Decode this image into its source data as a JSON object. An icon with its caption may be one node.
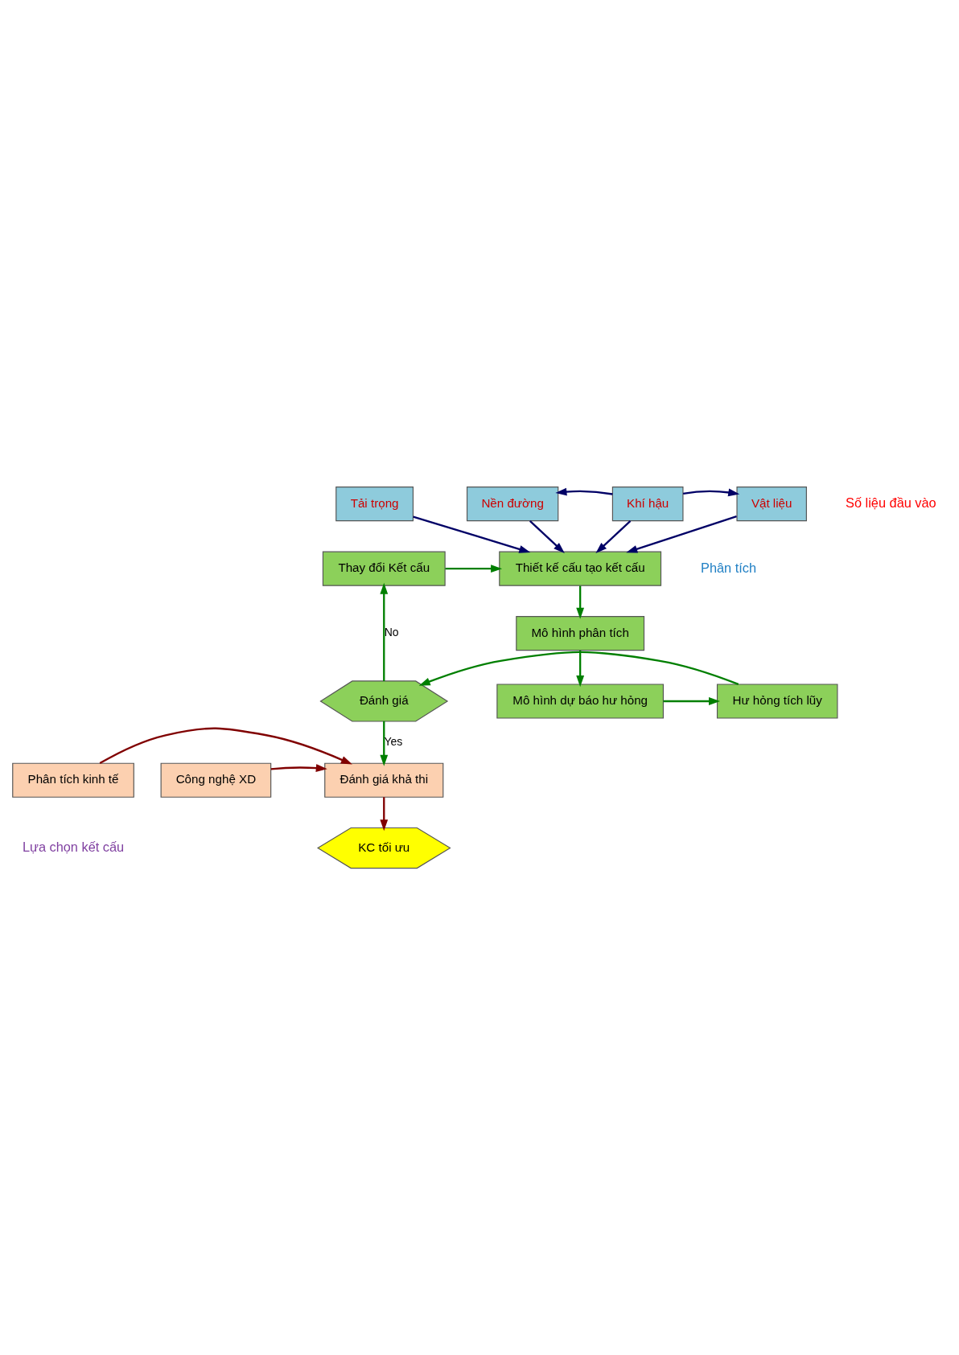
{
  "diagram": {
    "nodes": [
      {
        "text": [
          "Tải trọng"
        ]
      },
      {
        "text": [
          "Nền đường"
        ]
      },
      {
        "text": [
          "Khí hậu"
        ]
      },
      {
        "text": [
          "Vật liệu"
        ]
      },
      {
        "text": [
          "Thay đổi Kết cấu"
        ]
      },
      {
        "text": [
          "Thiết kế cấu tạo kết cấu"
        ]
      },
      {
        "text": [
          "Mô hình phân tích"
        ]
      },
      {
        "text": [
          "Đánh giá"
        ]
      },
      {
        "text": [
          "Hư hỏng tích lũy"
        ]
      },
      {
        "text": [
          "Mô hình dự báo hư hỏng"
        ]
      },
      {
        "text": [
          "Công nghệ XD"
        ]
      },
      {
        "text": [
          "Đánh giá khả thi"
        ]
      },
      {
        "text": [
          "Phân tích kinh tế"
        ]
      },
      {
        "text": [
          "KC tối ưu"
        ]
      }
    ],
    "edges": [
      {
        "from": 2,
        "to": 1,
        "arrow": "to",
        "color": "#000066"
      },
      {
        "from": 2,
        "to": 3,
        "arrow": "to",
        "color": "#000066"
      },
      {
        "from": 0,
        "to": 5,
        "arrow": "to",
        "color": "#000066"
      },
      {
        "from": 1,
        "to": 5,
        "arrow": "to",
        "color": "#000066"
      },
      {
        "from": 2,
        "to": 5,
        "arrow": "to",
        "color": "#000066"
      },
      {
        "from": 3,
        "to": 5,
        "arrow": "to",
        "color": "#000066"
      },
      {
        "from": 4,
        "to": 5,
        "arrow": "to"
      },
      {
        "from": 5,
        "to": 6,
        "arrow": "to"
      },
      {
        "from": 6,
        "to": 9,
        "arrow": "to"
      },
      {
        "from": 9,
        "to": 8,
        "arrow": "to"
      },
      {
        "from": 8,
        "to": 7,
        "arrow": "to"
      },
      {
        "from": 7,
        "to": 4,
        "arrow": "to",
        "label": "No"
      },
      {
        "from": 7,
        "to": 11,
        "arrow": "to",
        "label": "Yes"
      },
      {
        "from": 10,
        "to": 11,
        "arrow": "to",
        "color": "#800000"
      },
      {
        "from": 12,
        "to": 11,
        "arrow": "to",
        "color": "#800000"
      },
      {
        "from": 11,
        "to": 13,
        "arrow": "to",
        "color": "#800000"
      }
    ],
    "labels": [
      "Số liệu đầu vào",
      "Phân tích",
      "Lựa chọn kết cấu"
    ]
  }
}
